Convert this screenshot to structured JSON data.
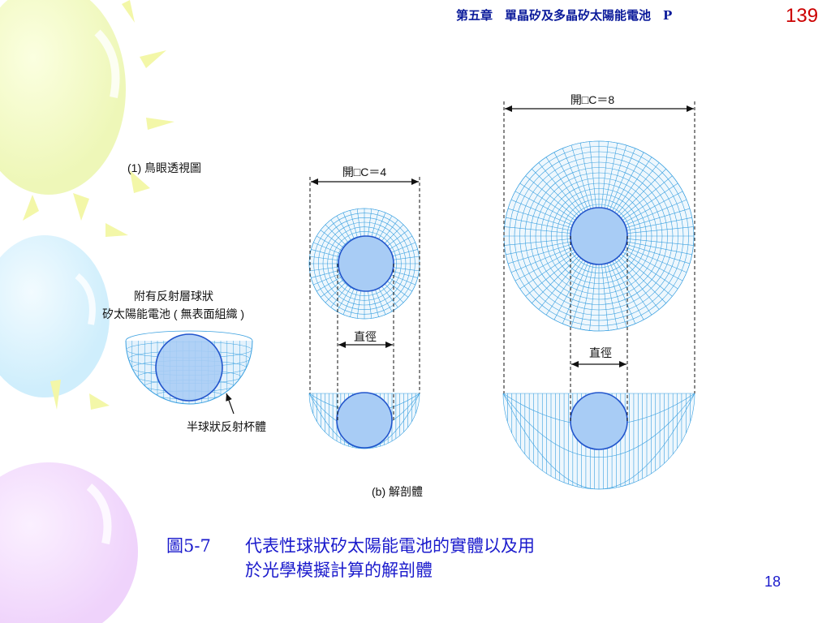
{
  "header": {
    "chapter_title": "第五章　單晶矽及多晶矽太陽能電池　P",
    "page_number": "139"
  },
  "figure": {
    "view_label": "(1) 鳥眼透視圖",
    "cell_label_line1": "附有反射層球狀",
    "cell_label_line2": "矽太陽能電池 ( 無表面組織 )",
    "cup_label": "半球狀反射杯體",
    "opening_small": "開□C＝4",
    "opening_large": "開□C＝8",
    "diameter_small": "直徑",
    "diameter_large": "直徑",
    "section_label": "(b) 解剖體"
  },
  "caption": {
    "number": "圖5-7",
    "line1": "代表性球狀矽太陽能電池的實體以及用",
    "line2": "於光學模擬計算的解剖體"
  },
  "slide_number": "18",
  "colors": {
    "header_text": "#0a1a9a",
    "page_number": "#cc0000",
    "caption_text": "#1a1acc",
    "grid_line": "#3aa0e0",
    "sphere_fill": "#a8ccf5",
    "sphere_stroke": "#2255cc"
  }
}
